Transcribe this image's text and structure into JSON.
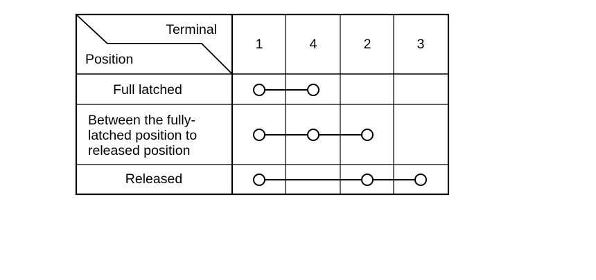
{
  "table": {
    "header": {
      "row_label": "Position",
      "column_label": "Terminal",
      "terminals": [
        "1",
        "4",
        "2",
        "3"
      ]
    },
    "rows": [
      {
        "position_lines": [
          "Full latched"
        ],
        "connected_terminals": [
          "1",
          "4"
        ]
      },
      {
        "position_lines": [
          "Between the fully-",
          "latched position to",
          "released position"
        ],
        "connected_terminals": [
          "1",
          "4",
          "2"
        ]
      },
      {
        "position_lines": [
          "Released"
        ],
        "connected_terminals": [
          "1",
          "2",
          "3"
        ]
      }
    ]
  }
}
